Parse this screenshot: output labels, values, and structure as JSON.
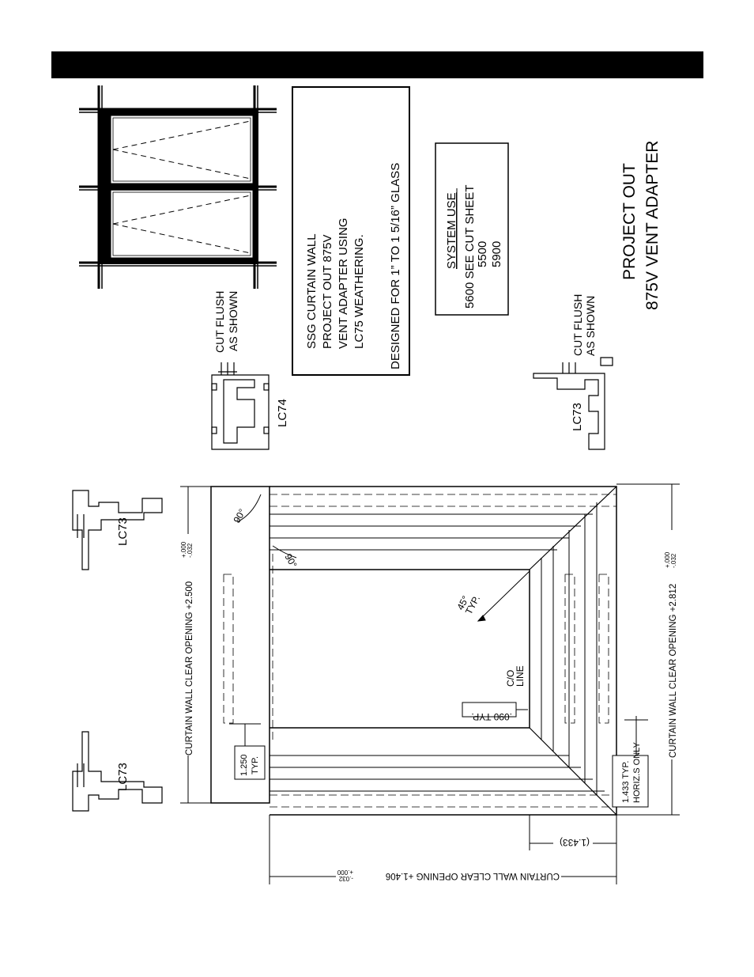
{
  "header": {
    "color": "#000000"
  },
  "note_box": {
    "lines": [
      "SSG CURTAIN WALL",
      "PROJECT OUT 875V",
      "VENT ADAPTER USING",
      "LC75 WEATHERING."
    ],
    "designed": "DESIGNED FOR 1” TO 1 5/16” GLASS"
  },
  "system_use": {
    "title": "SYSTEM USE",
    "row1": "5600 SEE CUT SHEET",
    "row2": "5500",
    "row3": "5900"
  },
  "title_block": {
    "line1": "PROJECT OUT",
    "line2": "875V VENT ADAPTER"
  },
  "profiles": {
    "lc74_label": "LC74",
    "lc73_label": "LC73",
    "cut_flush_1": "CUT FLUSH",
    "cut_flush_2": "AS SHOWN"
  },
  "dimensions": {
    "cw_left": "CURTAIN WALL CLEAR OPENING +2.500",
    "cw_right": "CURTAIN WALL CLEAR OPENING +2.812",
    "tol_plus": "+.000",
    "tol_minus": "-.032",
    "cw_bottom": "CURTAIN WALL CLEAR OPENING +1.406",
    "typ_1250_a": "1.250",
    "typ_1250_b": "TYP.",
    "typ_1433_a": "1.433 TYP.",
    "typ_1433_b": "HORIZ.S ONLY",
    "dim_1433": "(1.433)",
    "typ_090": ".090 TYP.",
    "co_1": "C/O",
    "co_2": "LINE",
    "angle_45_a": "45°",
    "angle_45_b": "TYP.",
    "angle_90_a": "90°",
    "angle_90_b": "90°"
  }
}
